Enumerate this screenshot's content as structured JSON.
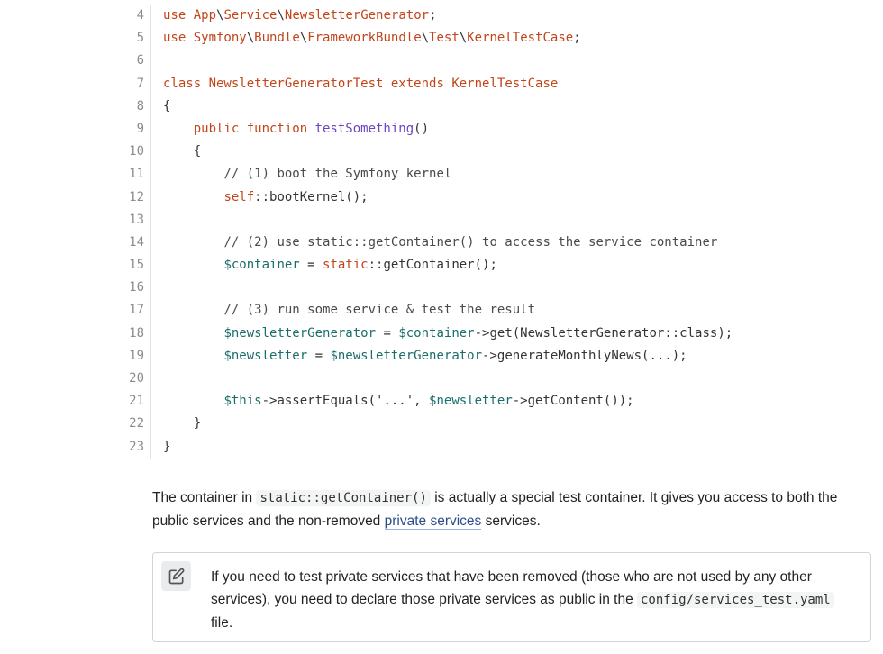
{
  "code": {
    "lines": [
      {
        "n": "4",
        "segs": [
          [
            "kw",
            "use "
          ],
          [
            "cls",
            "App"
          ],
          [
            "plain",
            "\\"
          ],
          [
            "cls",
            "Service"
          ],
          [
            "plain",
            "\\"
          ],
          [
            "cls",
            "NewsletterGenerator"
          ],
          [
            "plain",
            ";"
          ]
        ]
      },
      {
        "n": "5",
        "segs": [
          [
            "kw",
            "use "
          ],
          [
            "cls",
            "Symfony"
          ],
          [
            "plain",
            "\\"
          ],
          [
            "cls",
            "Bundle"
          ],
          [
            "plain",
            "\\"
          ],
          [
            "cls",
            "FrameworkBundle"
          ],
          [
            "plain",
            "\\"
          ],
          [
            "cls",
            "Test"
          ],
          [
            "plain",
            "\\"
          ],
          [
            "cls",
            "KernelTestCase"
          ],
          [
            "plain",
            ";"
          ]
        ]
      },
      {
        "n": "6",
        "segs": []
      },
      {
        "n": "7",
        "segs": [
          [
            "kw",
            "class "
          ],
          [
            "cls",
            "NewsletterGeneratorTest "
          ],
          [
            "kw",
            "extends "
          ],
          [
            "cls",
            "KernelTestCase"
          ]
        ]
      },
      {
        "n": "8",
        "segs": [
          [
            "plain",
            "{"
          ]
        ]
      },
      {
        "n": "9",
        "segs": [
          [
            "plain",
            "    "
          ],
          [
            "kw",
            "public function "
          ],
          [
            "fn",
            "testSomething"
          ],
          [
            "plain",
            "()"
          ]
        ]
      },
      {
        "n": "10",
        "segs": [
          [
            "plain",
            "    {"
          ]
        ]
      },
      {
        "n": "11",
        "segs": [
          [
            "plain",
            "        "
          ],
          [
            "cmt",
            "// (1) boot the Symfony kernel"
          ]
        ]
      },
      {
        "n": "12",
        "segs": [
          [
            "plain",
            "        "
          ],
          [
            "kw",
            "self"
          ],
          [
            "plain",
            "::bootKernel();"
          ]
        ]
      },
      {
        "n": "13",
        "segs": []
      },
      {
        "n": "14",
        "segs": [
          [
            "plain",
            "        "
          ],
          [
            "cmt",
            "// (2) use static::getContainer() to access the service container"
          ]
        ]
      },
      {
        "n": "15",
        "segs": [
          [
            "plain",
            "        "
          ],
          [
            "var",
            "$container"
          ],
          [
            "plain",
            " = "
          ],
          [
            "kw",
            "static"
          ],
          [
            "plain",
            "::getContainer();"
          ]
        ]
      },
      {
        "n": "16",
        "segs": []
      },
      {
        "n": "17",
        "segs": [
          [
            "plain",
            "        "
          ],
          [
            "cmt",
            "// (3) run some service & test the result"
          ]
        ]
      },
      {
        "n": "18",
        "segs": [
          [
            "plain",
            "        "
          ],
          [
            "var",
            "$newsletterGenerator"
          ],
          [
            "plain",
            " = "
          ],
          [
            "var",
            "$container"
          ],
          [
            "plain",
            "->get(NewsletterGenerator::class);"
          ]
        ]
      },
      {
        "n": "19",
        "segs": [
          [
            "plain",
            "        "
          ],
          [
            "var",
            "$newsletter"
          ],
          [
            "plain",
            " = "
          ],
          [
            "var",
            "$newsletterGenerator"
          ],
          [
            "plain",
            "->generateMonthlyNews(...);"
          ]
        ]
      },
      {
        "n": "20",
        "segs": []
      },
      {
        "n": "21",
        "segs": [
          [
            "plain",
            "        "
          ],
          [
            "var",
            "$this"
          ],
          [
            "plain",
            "->assertEquals('...', "
          ],
          [
            "var",
            "$newsletter"
          ],
          [
            "plain",
            "->getContent());"
          ]
        ]
      },
      {
        "n": "22",
        "segs": [
          [
            "plain",
            "    }"
          ]
        ]
      },
      {
        "n": "23",
        "segs": [
          [
            "plain",
            "}"
          ]
        ]
      }
    ]
  },
  "paragraph": {
    "t1": "The container in ",
    "code": "static::getContainer()",
    "t2": " is actually a special test container. It gives you access to both the public services and the non-removed ",
    "link": "private services",
    "t3": " services."
  },
  "note": {
    "icon": "edit-note-icon",
    "t1": "If you need to test private services that have been removed (those who are not used by any other services), you need to declare those private services as public in the ",
    "code": "config/services_test.yaml",
    "t2": " file."
  }
}
